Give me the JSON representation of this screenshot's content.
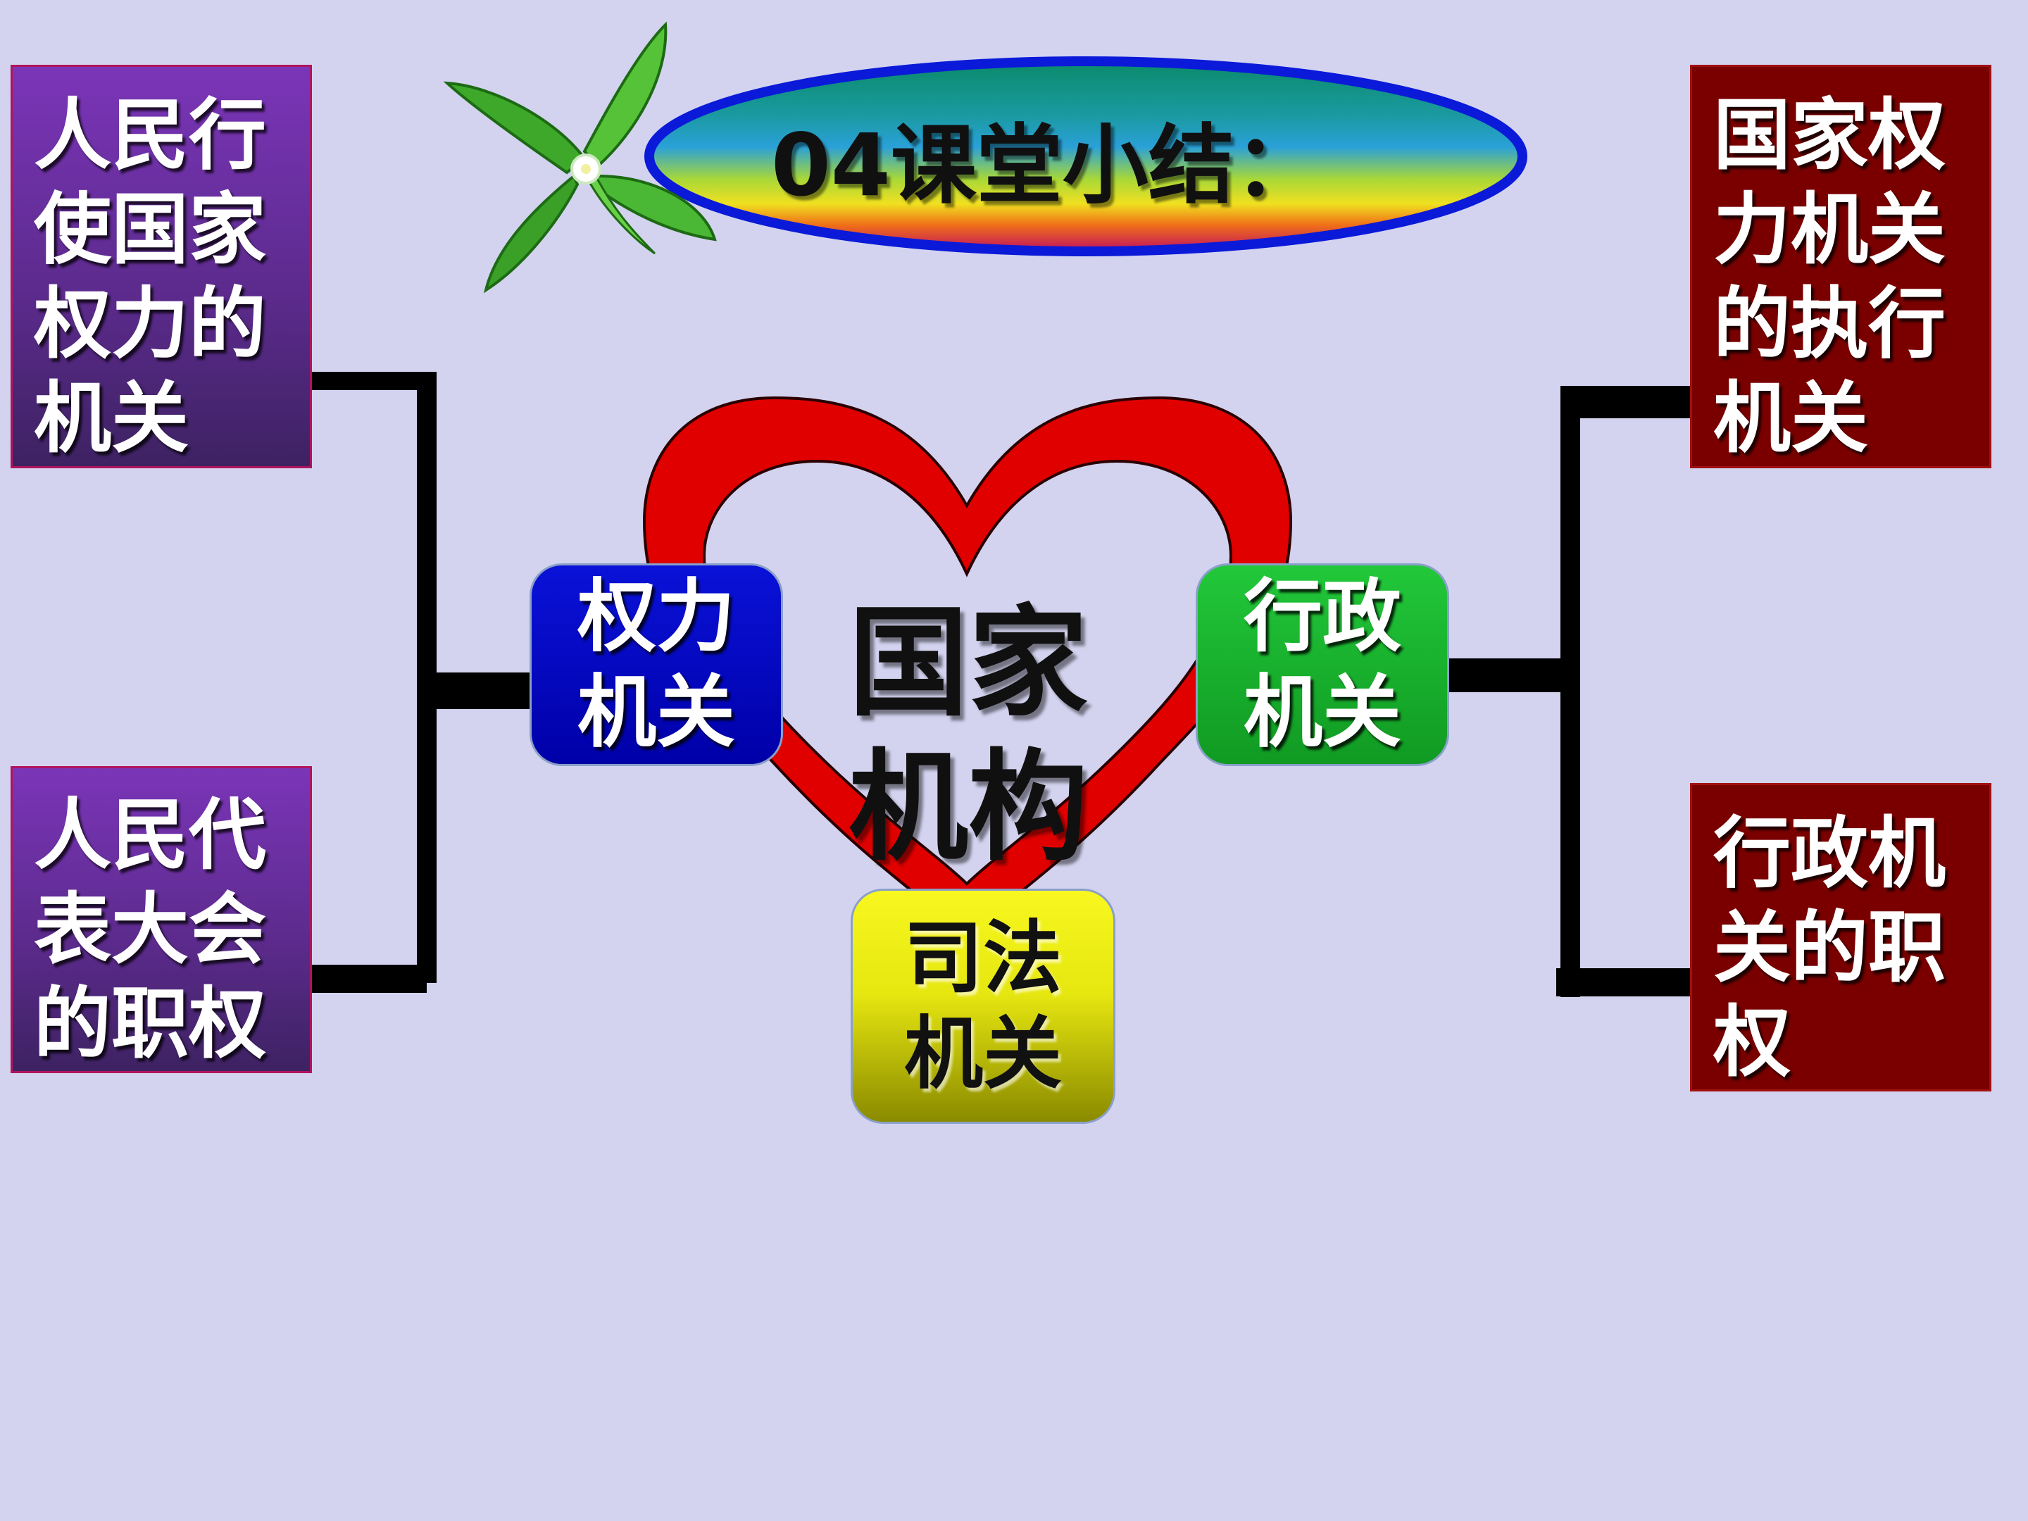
{
  "title": "04课堂小结：",
  "center": {
    "line1": "国家",
    "line2": "机构"
  },
  "nodes": {
    "power": {
      "line1": "权力",
      "line2": "机关"
    },
    "admin": {
      "line1": "行政",
      "line2": "机关"
    },
    "judicial": {
      "line1": "司法",
      "line2": "机关"
    }
  },
  "left_boxes": {
    "top": {
      "lines": [
        "人民行",
        "使国家",
        "权力的",
        "机关"
      ]
    },
    "bottom": {
      "lines": [
        "人民代",
        "表大会",
        "的职权"
      ]
    }
  },
  "right_boxes": {
    "top": {
      "lines": [
        "国家权",
        "力机关",
        "的执行",
        "机关"
      ]
    },
    "bottom": {
      "lines": [
        "行政机",
        "关的职",
        "权"
      ]
    }
  },
  "colors": {
    "background": "#d3d3f0",
    "heart": "#e00000",
    "power_node": "#0000c8",
    "admin_node": "#16b02a",
    "judicial_node": "#ecec10",
    "left_box": "#5a2a8a",
    "right_box": "#7a0000",
    "title_ring": "#0a1ad8"
  },
  "icons": {
    "decoration": "pinwheel-leaf-icon"
  }
}
